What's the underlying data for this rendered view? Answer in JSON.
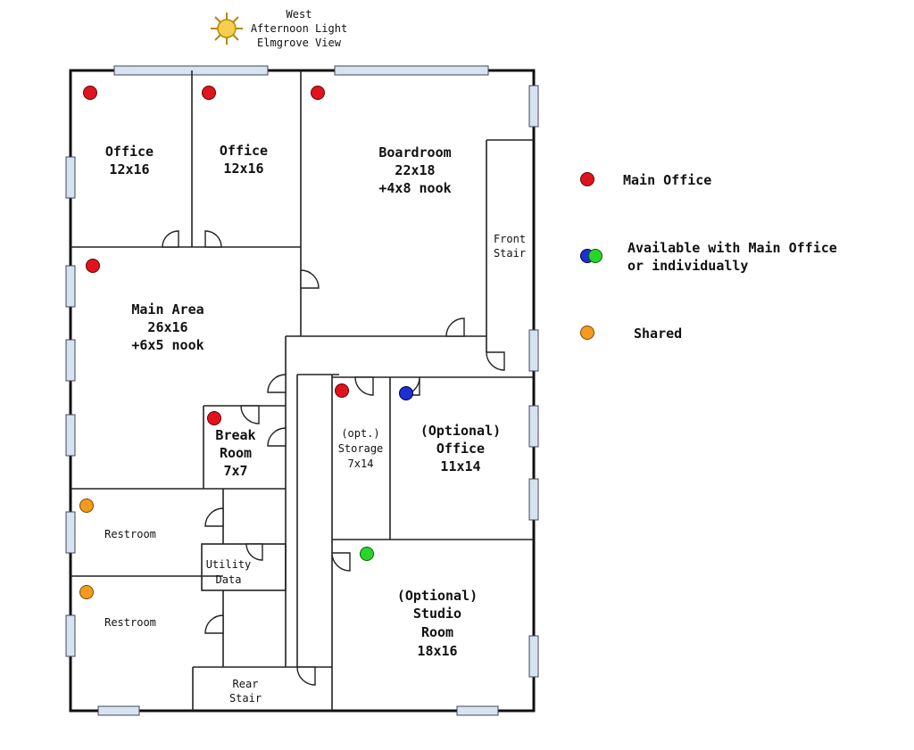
{
  "header": {
    "lines": [
      "West",
      "Afternoon Light",
      "Elmgrove View"
    ],
    "icon": "sun-icon"
  },
  "colors": {
    "main_office": "#e0141e",
    "available_blue": "#1e2fd6",
    "available_green": "#2bd42b",
    "shared": "#f39a1f",
    "window_fill": "#d6e4f2"
  },
  "rooms": {
    "office_a": [
      "Office",
      "12x16"
    ],
    "office_b": [
      "Office",
      "12x16"
    ],
    "boardroom": [
      "Boardroom",
      "22x18",
      "+4x8 nook"
    ],
    "front_stair": [
      "Front",
      "Stair"
    ],
    "main_area": [
      "Main Area",
      "26x16",
      "+6x5 nook"
    ],
    "break_room": [
      "Break",
      "Room",
      "7x7"
    ],
    "storage": [
      "(opt.)",
      "Storage",
      "7x14"
    ],
    "optional_office": [
      "(Optional)",
      "Office",
      "11x14"
    ],
    "restroom_a": [
      "Restroom"
    ],
    "utility": [
      "Utility",
      "Data"
    ],
    "restroom_b": [
      "Restroom"
    ],
    "studio": [
      "(Optional)",
      "Studio",
      "Room",
      "18x16"
    ],
    "rear_stair": [
      "Rear",
      "Stair"
    ]
  },
  "legend": {
    "main_office": "Main Office",
    "available": [
      "Available with Main Office",
      "or individually"
    ],
    "shared": "Shared"
  }
}
